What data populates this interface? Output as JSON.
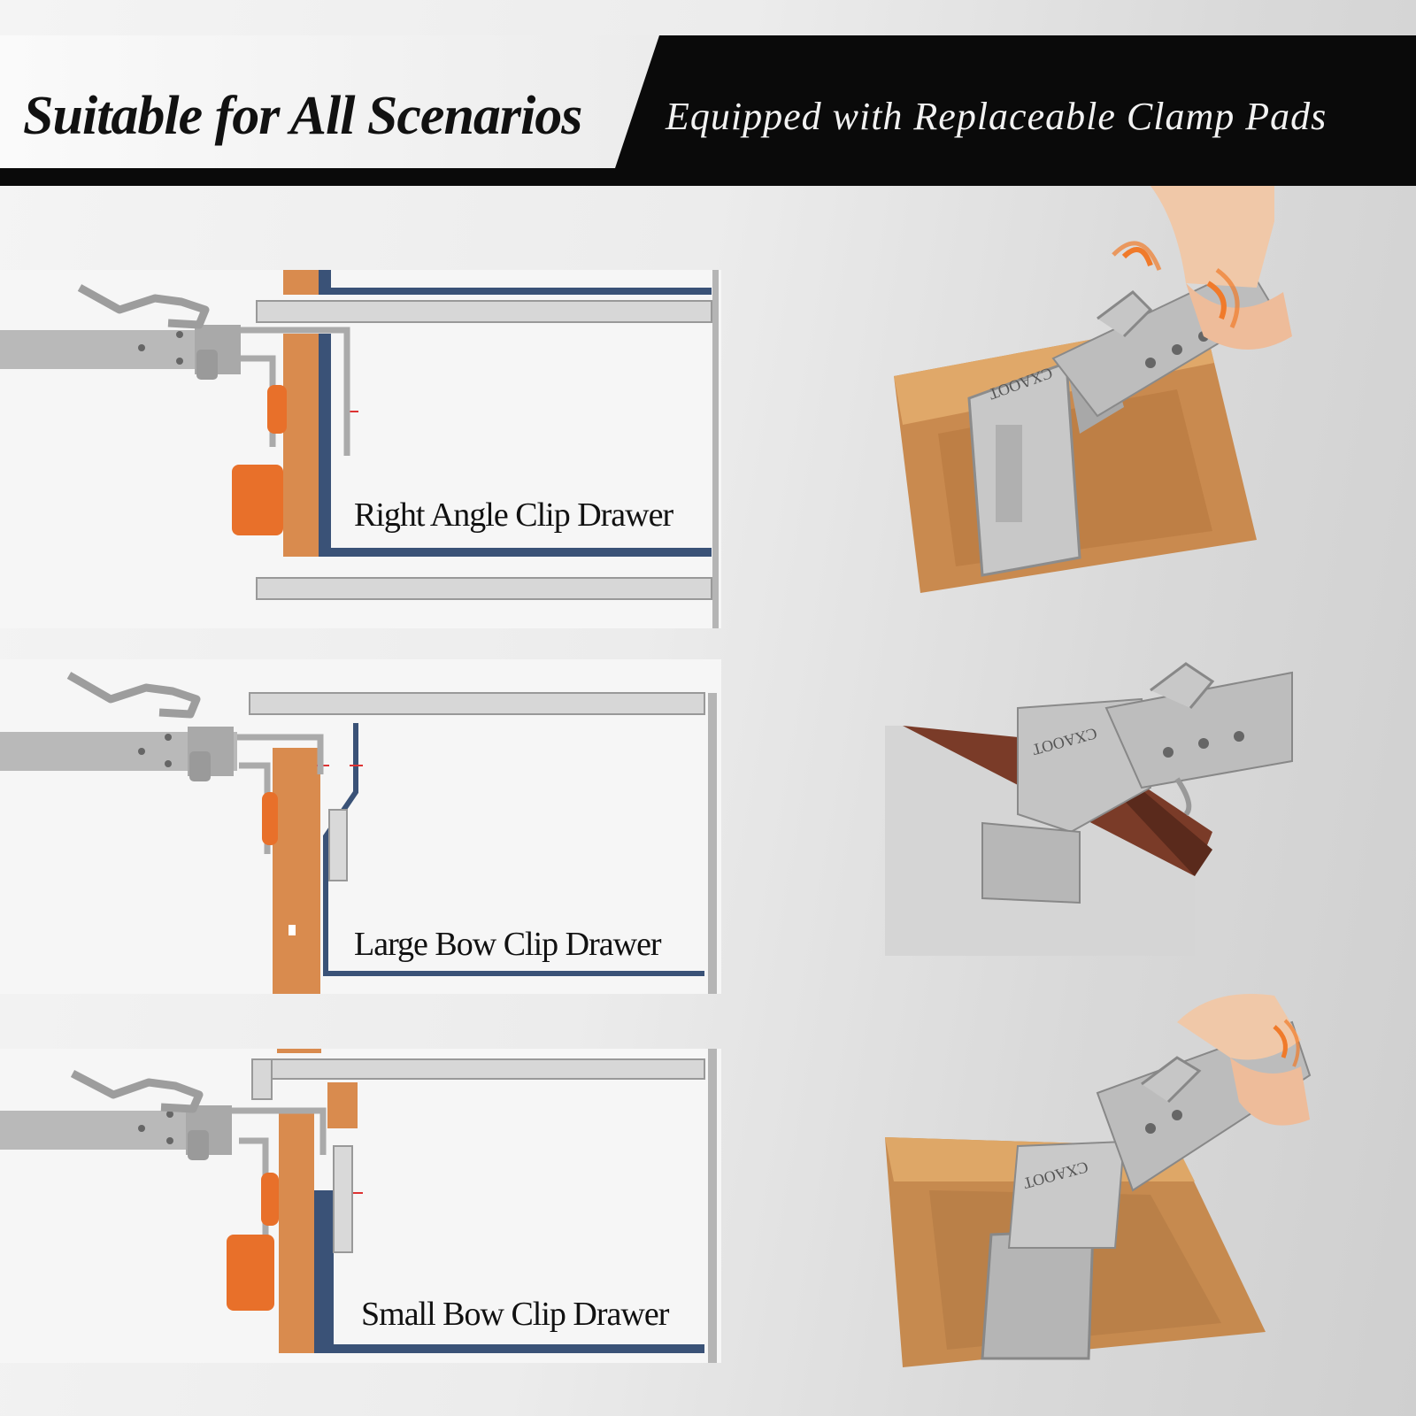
{
  "header": {
    "title_left": "Suitable for All Scenarios",
    "title_right": "Equipped with Replaceable Clamp Pads"
  },
  "panels": [
    {
      "caption": "Right Angle Clip Drawer"
    },
    {
      "caption": "Large Bow Clip Drawer"
    },
    {
      "caption": "Small Bow Clip Drawer"
    }
  ],
  "photo_brand": "CXAOOT",
  "colors": {
    "banner_black": "#0a0a0a",
    "wood": "#d98b4e",
    "drawer_blue": "#3a5277",
    "clamp_knob": "#e8702a",
    "metal": "#b9b9b9",
    "vibration_orange": "#f07a2a"
  }
}
